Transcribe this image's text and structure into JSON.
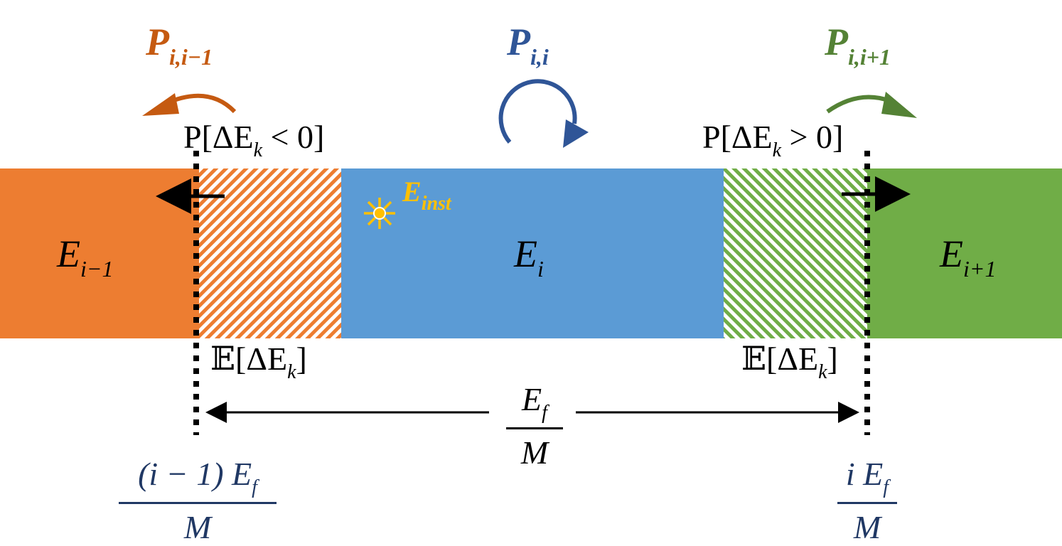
{
  "colors": {
    "left_bin": "#ED7D31",
    "center_bin": "#5B9BD5",
    "right_bin": "#70AD47",
    "left_prob": "#C55A11",
    "center_prob": "#2F5597",
    "right_prob": "#548235",
    "inst": "#FFC000",
    "boundary_label": "#203864"
  },
  "probabilities": {
    "left": {
      "base": "P",
      "sub": "i,i−1"
    },
    "center": {
      "base": "P",
      "sub": "i,i"
    },
    "right": {
      "base": "P",
      "sub": "i,i+1"
    }
  },
  "conditions": {
    "left": "P[ΔE",
    "left_sub": "k",
    "left_tail": " < 0]",
    "right": "P[ΔE",
    "right_sub": "k",
    "right_tail": " > 0]"
  },
  "bins": {
    "left": {
      "base": "E",
      "sub": "i−1"
    },
    "center": {
      "base": "E",
      "sub": "i"
    },
    "right": {
      "base": "E",
      "sub": "i+1"
    }
  },
  "instant": {
    "base": "E",
    "sub": "inst",
    "icon": "sun-icon"
  },
  "expectations": {
    "left": "𝔼[ΔE",
    "left_sub": "k",
    "left_tail": "]",
    "right": "𝔼[ΔE",
    "right_sub": "k",
    "right_tail": "]"
  },
  "width": {
    "num_base": "E",
    "num_sub": "f",
    "den": "M"
  },
  "boundaries": {
    "left": {
      "num_pre": "(i − 1) E",
      "num_sub": "f",
      "den": "M"
    },
    "right": {
      "num_pre": "i E",
      "num_sub": "f",
      "den": "M"
    }
  }
}
